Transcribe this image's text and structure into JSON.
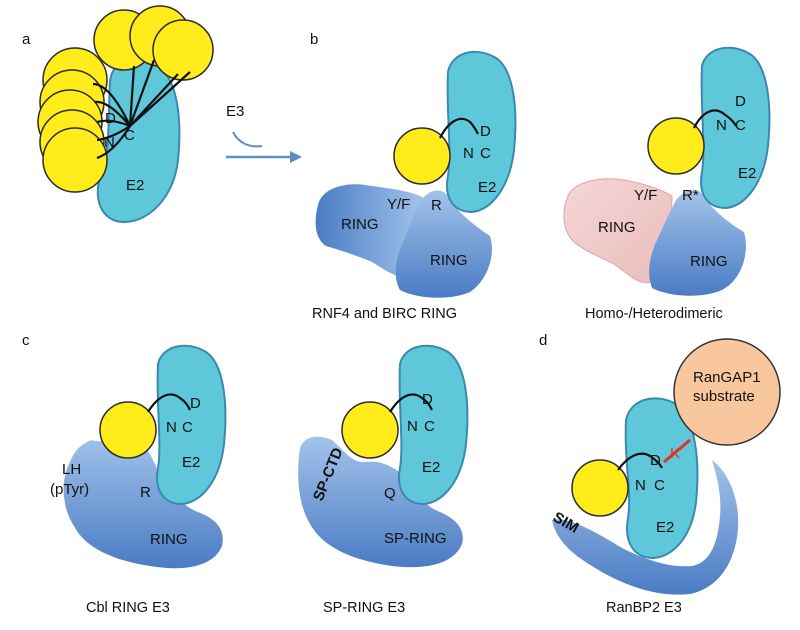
{
  "colors": {
    "ubiquitin_like": "#ffec1a",
    "e2": "#5ec8da",
    "e2_stroke": "#3b88b0",
    "ring_dark": "#4a7cc4",
    "ring_light": "#a3c3ea",
    "ring_pink": "#f0c8c8",
    "substrate": "#f9c79e",
    "lysine": "#e0302a"
  },
  "panels": {
    "a": {
      "letter": "a",
      "labels": {
        "d": "D",
        "n": "N",
        "c": "C",
        "e2": "E2"
      }
    },
    "arrow": {
      "label": "E3"
    },
    "b": {
      "letter": "b",
      "left": {
        "d": "D",
        "n": "N",
        "c": "C",
        "e2": "E2",
        "yf": "Y/F",
        "r": "R",
        "ring1": "RING",
        "ring2": "RING",
        "caption": "RNF4 and BIRC RING"
      },
      "right": {
        "d": "D",
        "n": "N",
        "c": "C",
        "e2": "E2",
        "yf": "Y/F",
        "r": "R*",
        "ring1": "RING",
        "ring2": "RING",
        "caption": "Homo-/Heterodimeric"
      }
    },
    "c": {
      "letter": "c",
      "left": {
        "d": "D",
        "n": "N",
        "c": "C",
        "e2": "E2",
        "lh": "LH",
        "ptyr": "(pTyr)",
        "r": "R",
        "ring": "RING",
        "caption": "Cbl RING E3"
      },
      "right": {
        "d": "D",
        "n": "N",
        "c": "C",
        "e2": "E2",
        "spctd": "SP-CTD",
        "q": "Q",
        "ring": "SP-RING",
        "caption": "SP-RING E3"
      }
    },
    "d": {
      "letter": "d",
      "d": "D",
      "n": "N",
      "c": "C",
      "e2": "E2",
      "k": "K",
      "substrate_line1": "RanGAP1",
      "substrate_line2": "substrate",
      "sim": "SIM",
      "caption": "RanBP2 E3"
    }
  }
}
